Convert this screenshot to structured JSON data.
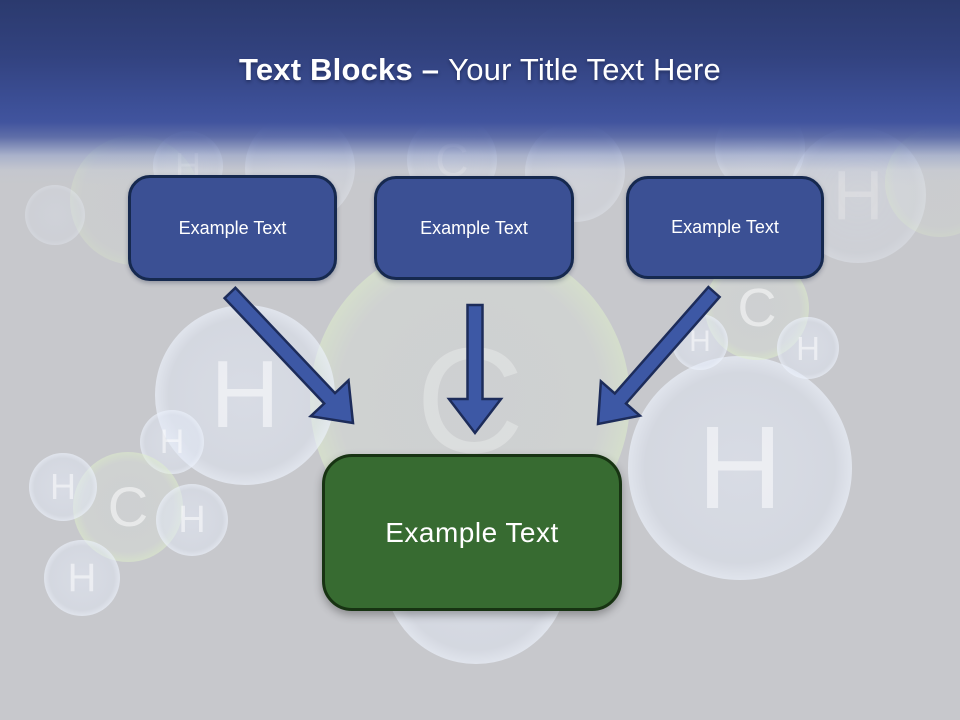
{
  "slide": {
    "title": {
      "bold": "Text Blocks –",
      "rest": "Your Title Text Here"
    },
    "text_boxes": [
      {
        "label": "Example Text"
      },
      {
        "label": "Example Text"
      },
      {
        "label": "Example Text"
      }
    ],
    "result_box": {
      "label": "Example Text"
    },
    "colors": {
      "header_top": "#2b3a6e",
      "header_bottom": "#41549e",
      "background_gray": "#c7c8cc",
      "box_fill": "#3b5094",
      "box_border": "#16294f",
      "arrow_fill": "#3d58a5",
      "arrow_border": "#1d2c5a",
      "result_fill": "#376b31",
      "result_border": "#173312",
      "title_text": "#ffffff"
    }
  },
  "background": {
    "bubbles": [
      {
        "letter": "C"
      },
      {
        "letter": "H"
      },
      {
        "letter": "H"
      },
      {
        "letter": "C"
      },
      {
        "letter": "H"
      },
      {
        "letter": "H"
      },
      {
        "letter": "H"
      },
      {
        "letter": "H"
      },
      {
        "letter": "C"
      },
      {
        "letter": "H"
      },
      {
        "letter": "H"
      },
      {
        "letter": ""
      },
      {
        "letter": ""
      },
      {
        "letter": ""
      },
      {
        "letter": ""
      },
      {
        "letter": ""
      },
      {
        "letter": "C"
      },
      {
        "letter": "H"
      },
      {
        "letter": ""
      },
      {
        "letter": ""
      },
      {
        "letter": "H"
      }
    ]
  }
}
